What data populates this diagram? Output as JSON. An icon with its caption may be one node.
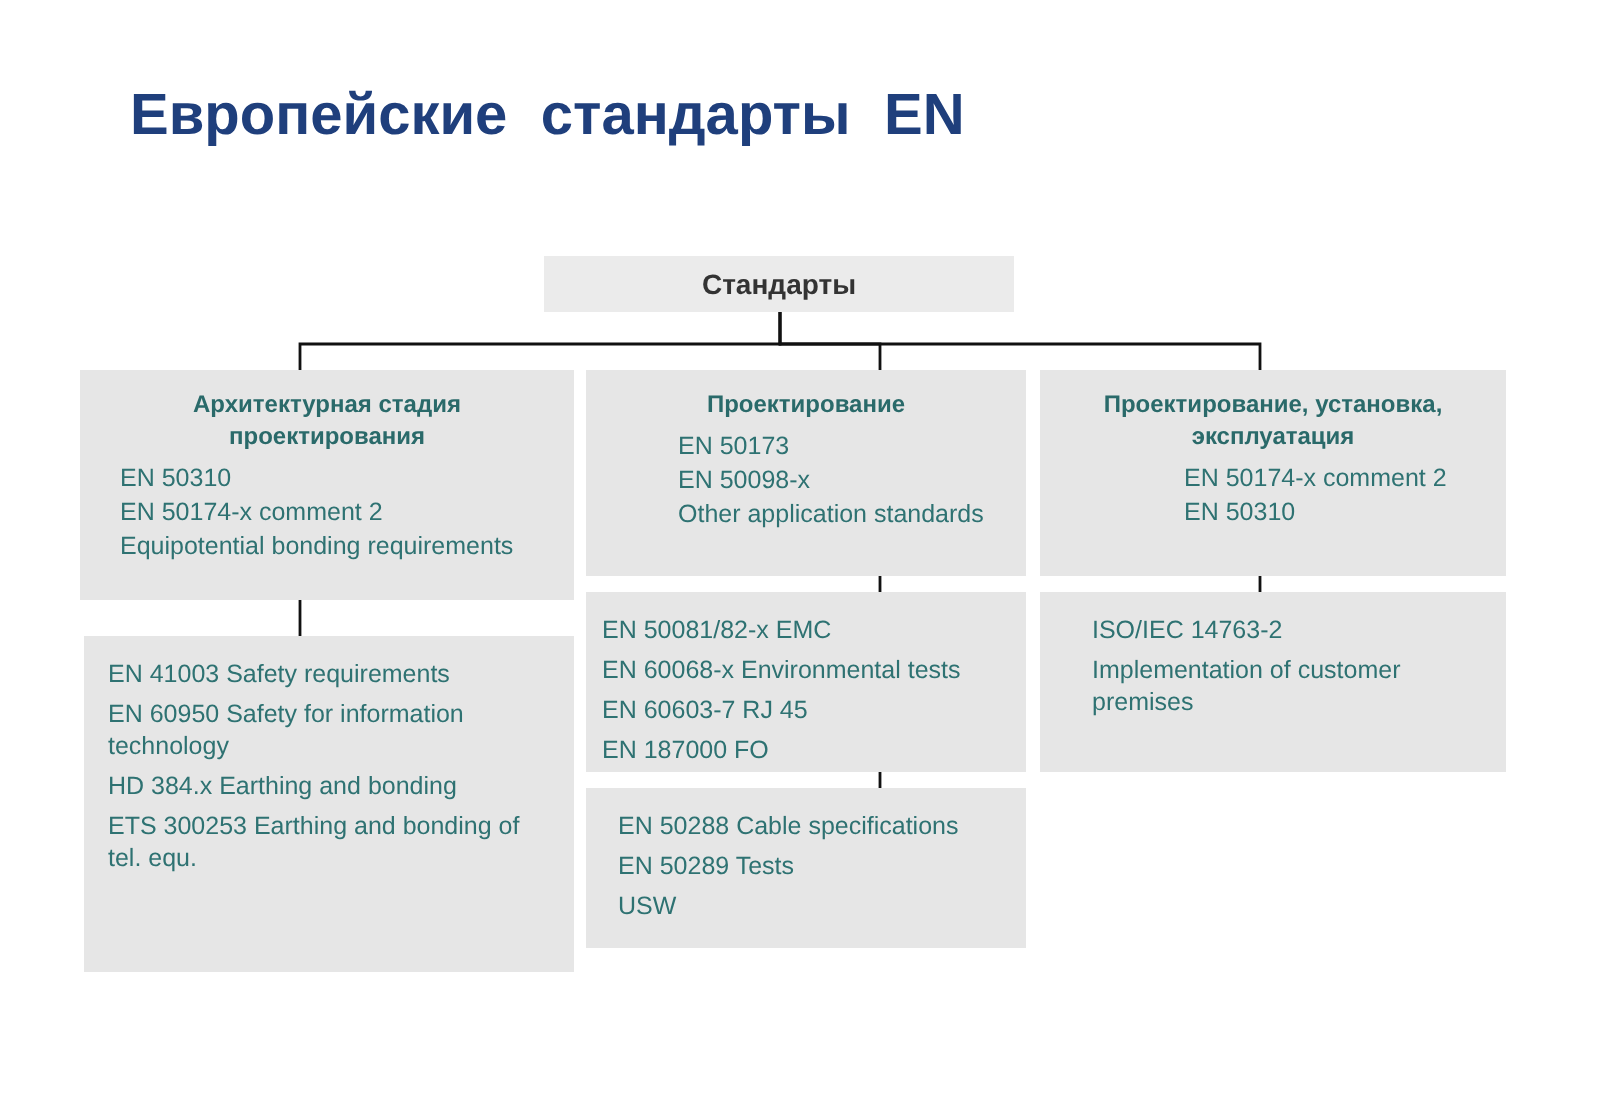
{
  "diagram": {
    "title": "Европейские стандарты EN",
    "nodes": [
      {
        "text": [
          "Стандарты"
        ]
      },
      {
        "text": [
          "Архитектурная стадия проектирования",
          "EN 50310",
          "EN 50174-x comment 2",
          "Equipotential bonding requirements"
        ]
      },
      {
        "text": [
          "Проектирование",
          "EN 50173",
          "EN 50098-x",
          "Other application standards"
        ]
      },
      {
        "text": [
          "Проектирование, установка, эксплуатация",
          "EN 50174-x comment 2",
          "EN 50310"
        ]
      },
      {
        "text": [
          "EN 41003 Safety requirements",
          "EN 60950 Safety for information technology",
          "HD 384.x Earthing and bonding",
          "ETS 300253 Earthing and bonding of tel. equ."
        ]
      },
      {
        "text": [
          "EN 50081/82-x EMC",
          "EN 60068-x Environmental tests",
          "EN 60603-7 RJ 45",
          "EN 187000 FO"
        ]
      },
      {
        "text": [
          "EN 50288 Cable specifications",
          "EN 50289 Tests",
          "USW"
        ]
      },
      {
        "text": [
          "ISO/IEC 14763-2",
          "Implementation of customer premises"
        ]
      }
    ],
    "edges": [
      {
        "from": 0,
        "to": 1,
        "arrow": "none"
      },
      {
        "from": 0,
        "to": 2,
        "arrow": "none"
      },
      {
        "from": 0,
        "to": 3,
        "arrow": "none"
      },
      {
        "from": 1,
        "to": 4,
        "arrow": "none"
      },
      {
        "from": 2,
        "to": 5,
        "arrow": "none"
      },
      {
        "from": 5,
        "to": 6,
        "arrow": "none"
      },
      {
        "from": 3,
        "to": 7,
        "arrow": "none"
      }
    ]
  }
}
